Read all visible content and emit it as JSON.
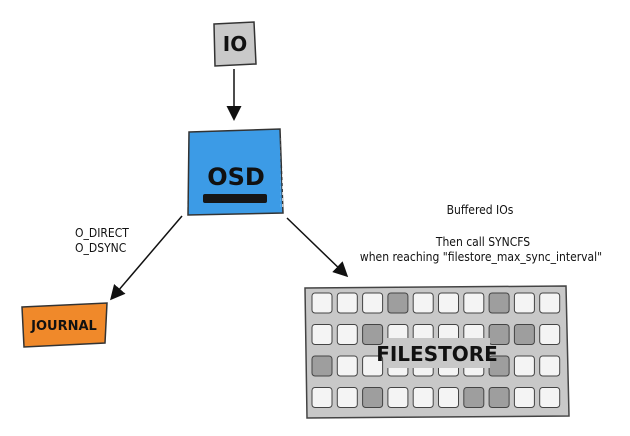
{
  "nodes": {
    "io": {
      "label": "IO",
      "fill": "#c9c9c9"
    },
    "osd": {
      "label": "OSD",
      "fill": "#3c9be6"
    },
    "journal": {
      "label": "JOURNAL",
      "fill": "#f0892a"
    },
    "filestore": {
      "label": "FILESTORE",
      "fill": "#c8c8c8"
    }
  },
  "edges": {
    "osd_to_journal": {
      "line1": "O_DIRECT",
      "line2": "O_DSYNC"
    },
    "osd_to_filestore": {
      "line1": "Buffered IOs",
      "line2": "Then call SYNCFS",
      "line3": "when reaching \"filestore_max_sync_interval\""
    }
  },
  "filestore_grid": {
    "rows": 4,
    "cols": 10,
    "shaded_cells": [
      [
        0,
        3
      ],
      [
        0,
        7
      ],
      [
        1,
        2
      ],
      [
        1,
        7
      ],
      [
        1,
        8
      ],
      [
        2,
        0
      ],
      [
        2,
        7
      ],
      [
        3,
        2
      ],
      [
        3,
        6
      ],
      [
        3,
        7
      ]
    ]
  }
}
